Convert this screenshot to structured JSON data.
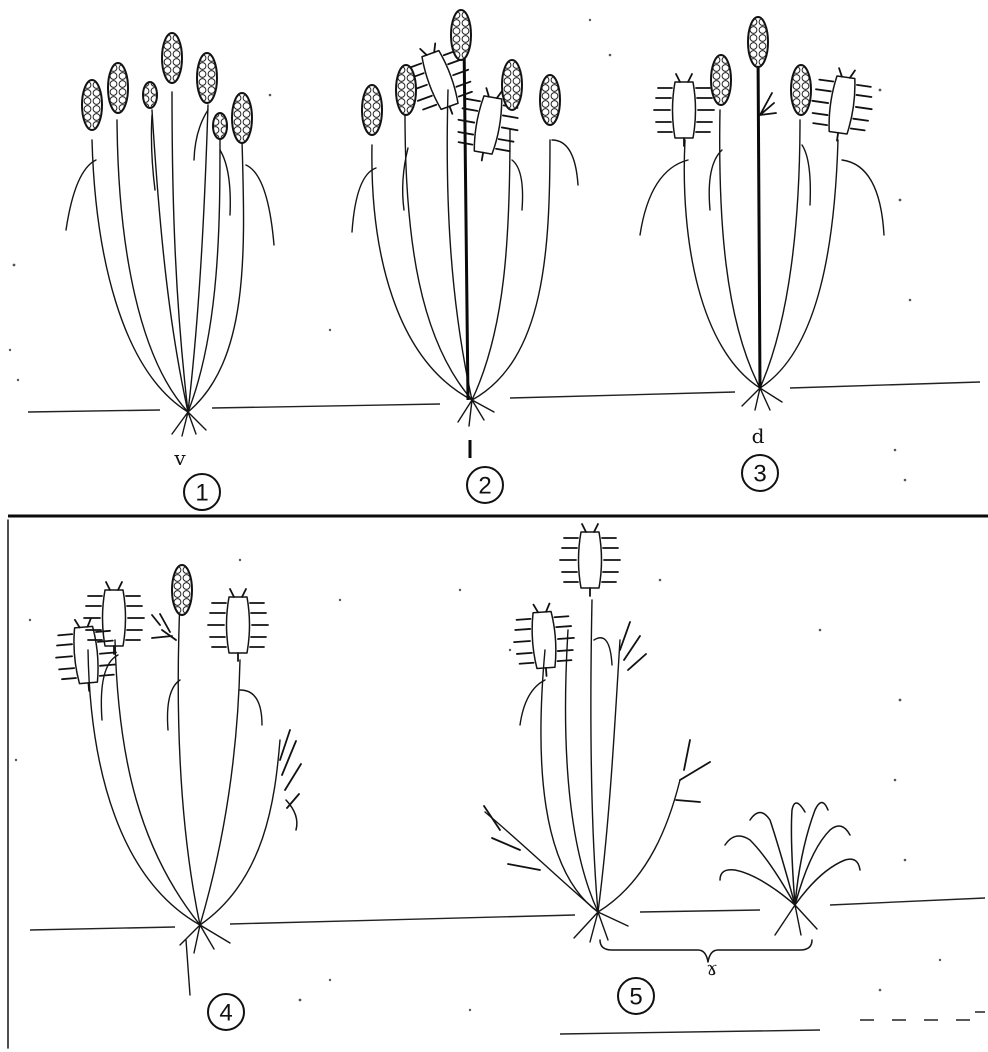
{
  "figure": {
    "panel_labels": [
      "1",
      "2",
      "3",
      "4",
      "5"
    ],
    "root_marks": [
      "v",
      "d",
      "ɤ"
    ]
  }
}
